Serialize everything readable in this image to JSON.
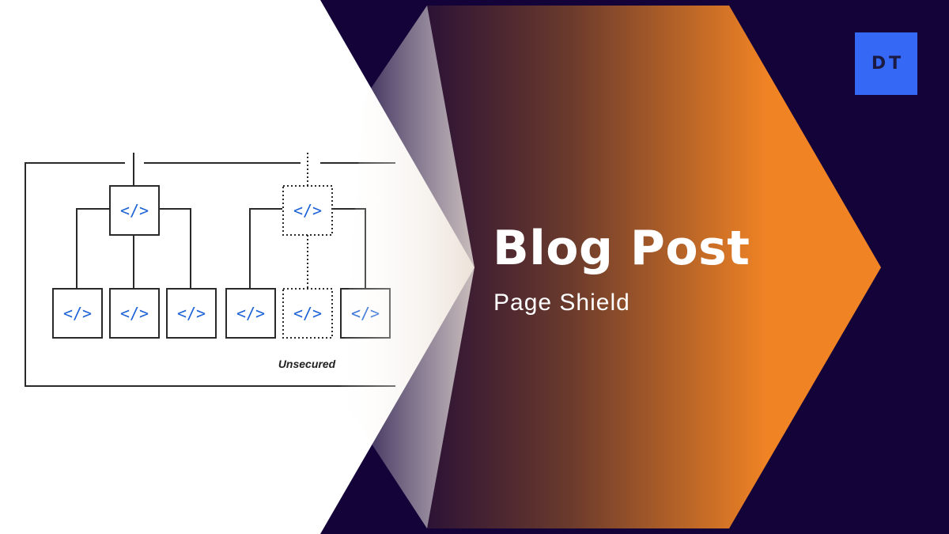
{
  "title": "Blog Post",
  "subtitle": "Page Shield",
  "logo": {
    "text": "DT"
  },
  "diagram": {
    "caption": "Unsecured",
    "node_symbol": "</>",
    "node_count": 8
  },
  "colors": {
    "background": "#140339",
    "gradient_start": "#140339",
    "gradient_end": "#f08324",
    "logo_blue": "#3569f5",
    "code_icon_blue": "#1e63d6",
    "line": "#2a2a2a"
  }
}
